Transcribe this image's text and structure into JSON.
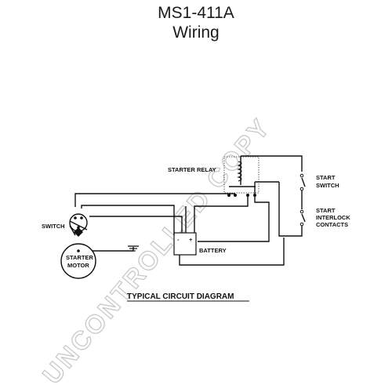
{
  "title": {
    "line1": "MS1-411A",
    "line2": "Wiring"
  },
  "diagram": {
    "labels": {
      "starter_relay": "STARTER RELAY",
      "start_switch_1": "START",
      "start_switch_2": "SWITCH",
      "interlock_1": "START",
      "interlock_2": "INTERLOCK",
      "interlock_3": "CONTACTS",
      "switch": "SWITCH",
      "starter_motor_1": "STARTER",
      "starter_motor_2": "MOTOR",
      "battery": "BATTERY",
      "plus": "+",
      "minus": "-"
    },
    "caption": "TYPICAL CIRCUIT DIAGRAM"
  },
  "watermark": "UNCONTROLLED COPY"
}
